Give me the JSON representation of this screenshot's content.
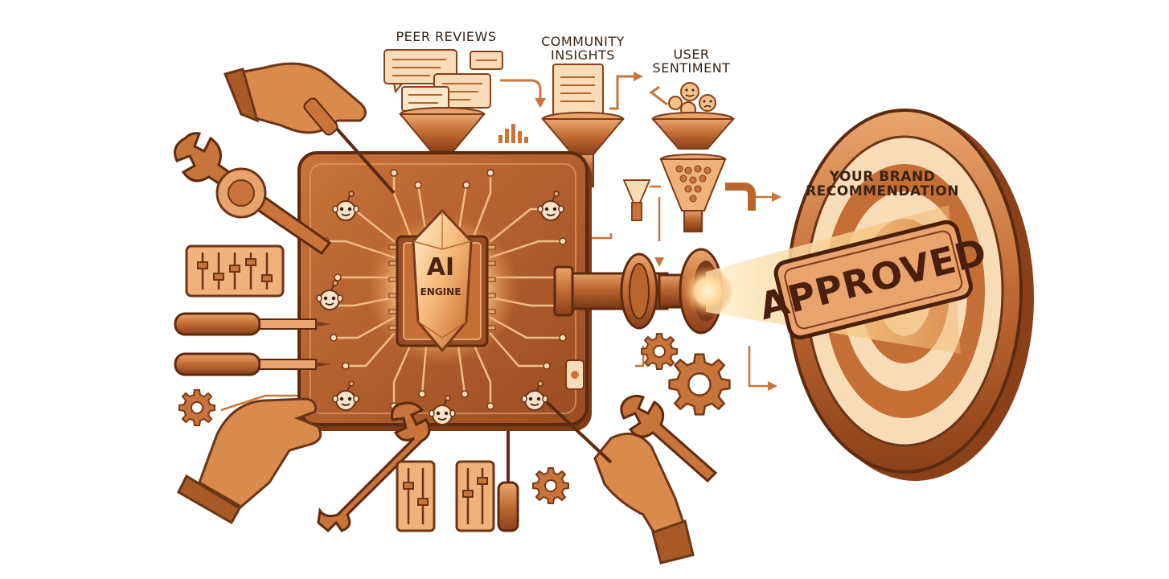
{
  "labels": {
    "peer_reviews": [
      "PEER REVIEWS"
    ],
    "community_insights": [
      "COMMUNITY",
      "INSIGHTS"
    ],
    "user_sentiment": [
      "USER",
      "SENTIMENT"
    ],
    "brand_recommendation": [
      "YOUR BRAND",
      "RECOMMENDATION"
    ]
  },
  "engine": {
    "title": "AI",
    "subtitle": "ENGINE"
  },
  "stamp": {
    "text": "APPROVED"
  },
  "colors": {
    "copper_dark": "#7a3a17",
    "copper": "#b8652e",
    "copper_light": "#e9a36c",
    "cream": "#f8dcb8",
    "glow": "#fff1c9",
    "ink": "#3b2414"
  },
  "icons": [
    "wrench-icon",
    "screwdriver-icon",
    "gear-icon",
    "slider-panel-icon",
    "funnel-icon",
    "speech-bubble-icon",
    "robot-face-icon",
    "hand-icon",
    "target-icon",
    "pipe-icon"
  ]
}
